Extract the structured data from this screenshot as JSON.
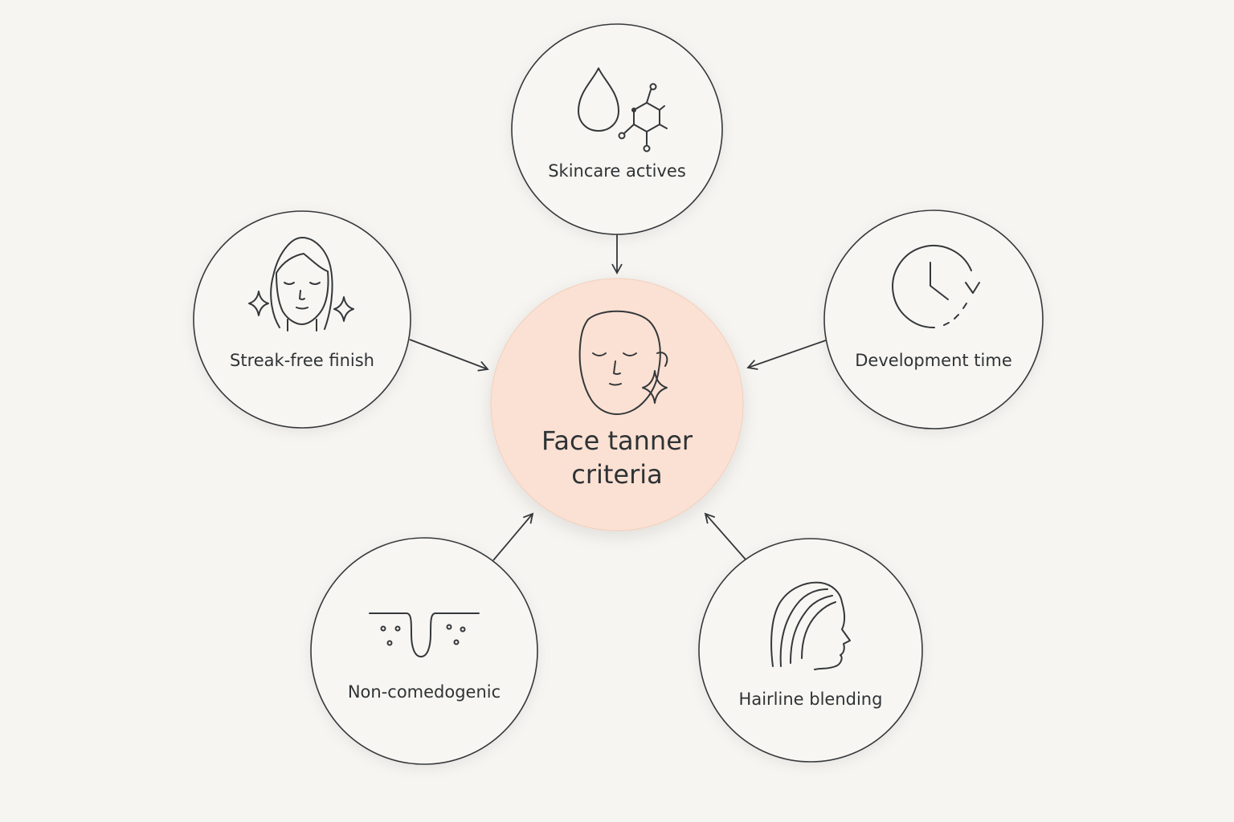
{
  "center": {
    "label_line1": "Face tanner",
    "label_line2": "criteria",
    "icon": "face-sparkle-icon",
    "fill_color": "#fbe1d3"
  },
  "nodes": [
    {
      "id": "skincare",
      "label": "Skincare actives",
      "icon": "drop-molecule-icon"
    },
    {
      "id": "streak",
      "label": "Streak-free finish",
      "icon": "face-sparkles-icon"
    },
    {
      "id": "development",
      "label": "Development time",
      "icon": "clock-icon"
    },
    {
      "id": "noncomedogenic",
      "label": "Non-comedogenic",
      "icon": "pore-icon"
    },
    {
      "id": "hairline",
      "label": "Hairline blending",
      "icon": "hair-profile-icon"
    }
  ],
  "colors": {
    "background": "#f7f5f1",
    "stroke": "#34383b",
    "node_fill": "#f8f6f2"
  }
}
